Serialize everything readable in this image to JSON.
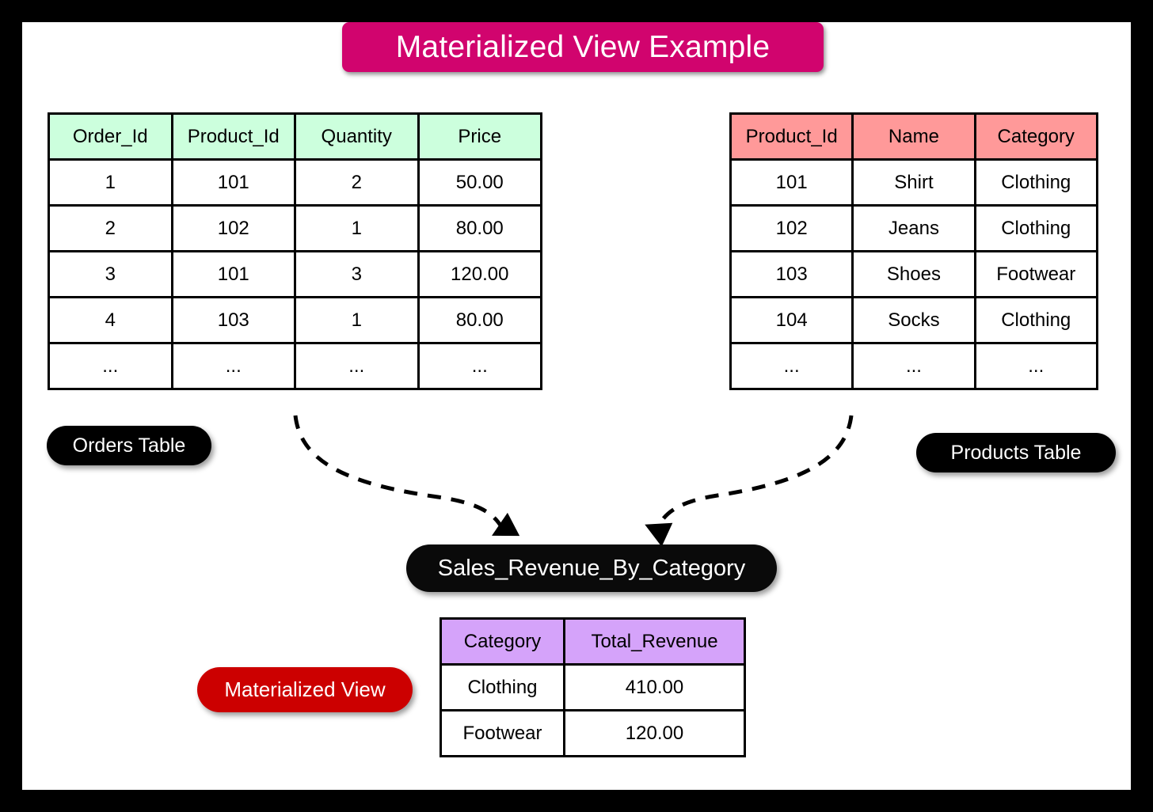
{
  "title": {
    "text": "Materialized View Example",
    "background": "#d1046e",
    "color": "#ffffff"
  },
  "canvas": {
    "background": "#ffffff",
    "frame_color": "#000000"
  },
  "orders_table": {
    "label": "Orders Table",
    "label_background": "#000000",
    "header_background": "#ccffdd",
    "columns": [
      "Order_Id",
      "Product_Id",
      "Quantity",
      "Price"
    ],
    "rows": [
      [
        "1",
        "101",
        "2",
        "50.00"
      ],
      [
        "2",
        "102",
        "1",
        "80.00"
      ],
      [
        "3",
        "101",
        "3",
        "120.00"
      ],
      [
        "4",
        "103",
        "1",
        "80.00"
      ],
      [
        "...",
        "...",
        "...",
        "..."
      ]
    ]
  },
  "products_table": {
    "label": "Products Table",
    "label_background": "#000000",
    "header_background": "#ff9999",
    "columns": [
      "Product_Id",
      "Name",
      "Category"
    ],
    "rows": [
      [
        "101",
        "Shirt",
        "Clothing"
      ],
      [
        "102",
        "Jeans",
        "Clothing"
      ],
      [
        "103",
        "Shoes",
        "Footwear"
      ],
      [
        "104",
        "Socks",
        "Clothing"
      ],
      [
        "...",
        "...",
        "..."
      ]
    ]
  },
  "view_node": {
    "name": "Sales_Revenue_By_Category",
    "background": "#0a0a0a"
  },
  "materialized_view": {
    "badge": "Materialized View",
    "badge_background": "#cc0000",
    "header_background": "#d5a3fa",
    "columns": [
      "Category",
      "Total_Revenue"
    ],
    "rows": [
      [
        "Clothing",
        "410.00"
      ],
      [
        "Footwear",
        "120.00"
      ]
    ]
  },
  "arrows": [
    {
      "name": "orders-to-view",
      "style": "dashed",
      "from": "orders_table",
      "to": "view_node"
    },
    {
      "name": "products-to-view",
      "style": "dashed",
      "from": "products_table",
      "to": "view_node"
    }
  ]
}
